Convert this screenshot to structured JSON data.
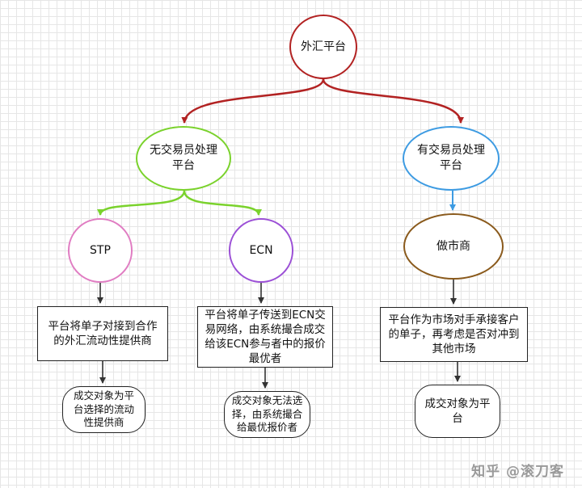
{
  "nodes": {
    "root": "外汇平台",
    "left": "无交易员处理\n平台",
    "right": "有交易员处理\n平台",
    "stp": "STP",
    "ecn": "ECN",
    "market_maker": "做市商"
  },
  "descriptions": {
    "stp": "平台将单子对接到合作的外汇流动性提供商",
    "ecn": "平台将单子传送到ECN交易网络，由系统撮合成交给该ECN参与者中的报价最优者",
    "market_maker": "平台作为市场对手承接客户的单子，再考虑是否对冲到其他市场"
  },
  "counterparties": {
    "stp": "成交对象为平台选择的流动性提供商",
    "ecn": "成交对象无法选择，由系统撮合给最优报价者",
    "market_maker": "成交对象为平台"
  },
  "watermark": "知乎 @滚刀客",
  "colors": {
    "root": "#b22222",
    "left": "#7ad22c",
    "right": "#3d9be2",
    "stp": "#e07cc2",
    "ecn": "#9b4fd6",
    "market_maker": "#8a5a1c"
  }
}
